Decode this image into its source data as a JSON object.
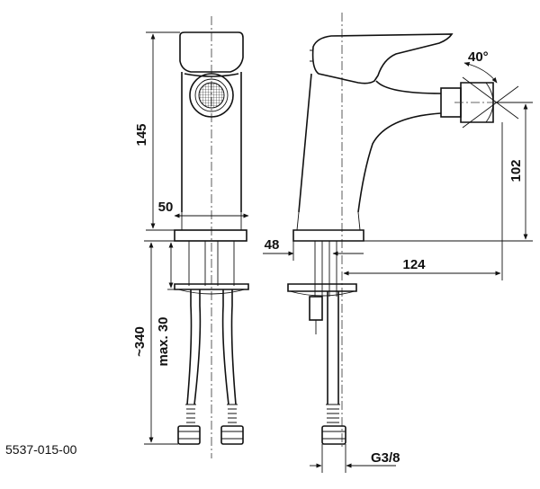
{
  "drawing": {
    "product_code": "5537-015-00",
    "dimensions": {
      "height_total": "145",
      "body_width": "50",
      "hose_length": "~340",
      "max_counter": "max. 30",
      "spout_height": "102",
      "base_offset": "48",
      "spout_reach": "124",
      "connection": "G3/8",
      "aerator_angle": "40°"
    }
  }
}
